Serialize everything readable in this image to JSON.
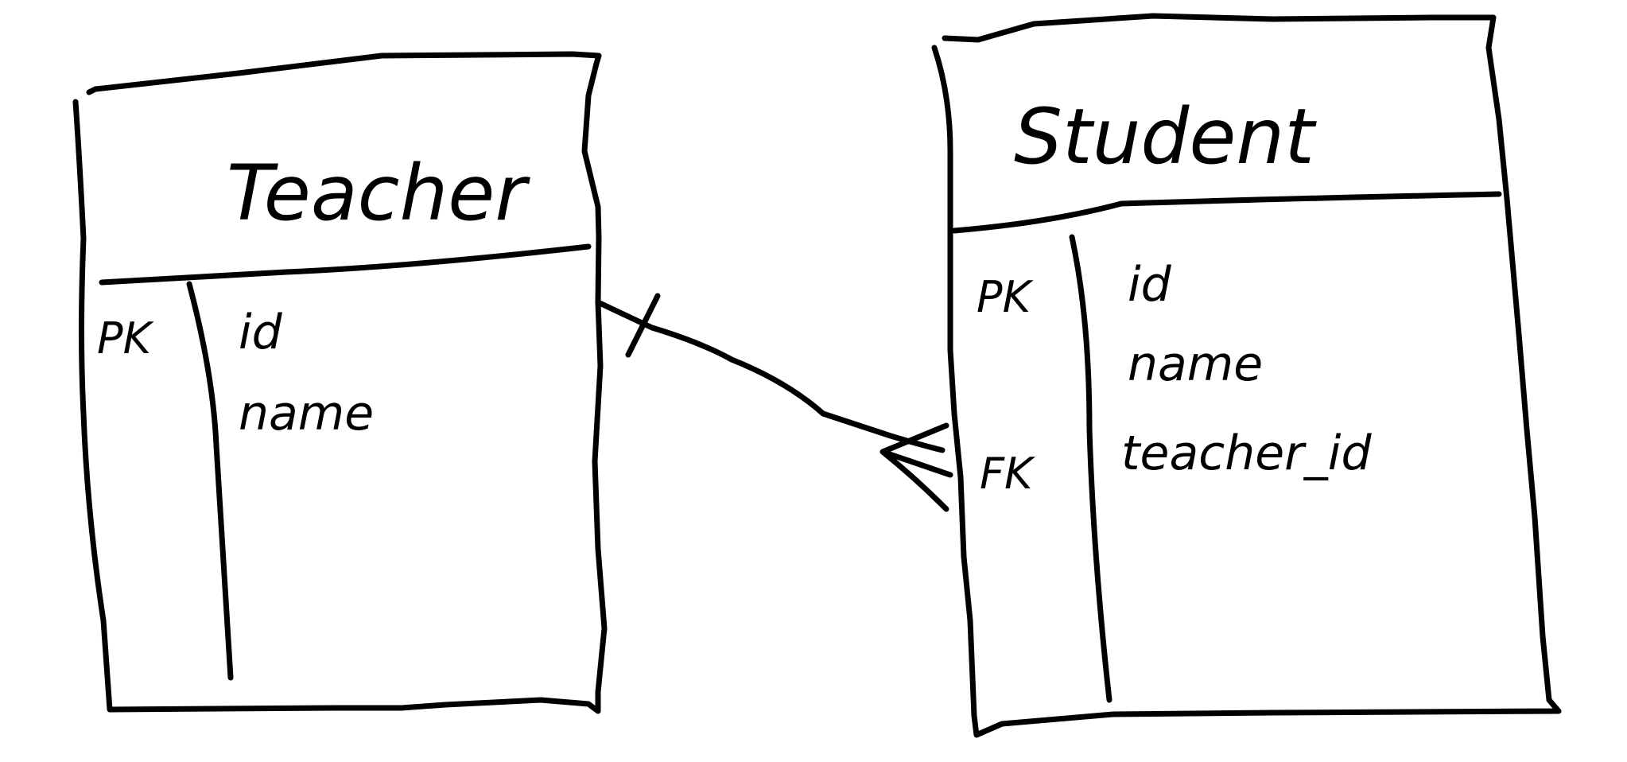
{
  "diagram": {
    "type": "entity-relationship",
    "entities": [
      {
        "id": "teacher",
        "title": "Teacher",
        "keys": [
          "PK"
        ],
        "fields": [
          "id",
          "name"
        ]
      },
      {
        "id": "student",
        "title": "Student",
        "keys": [
          "PK",
          "FK"
        ],
        "fields": [
          "id",
          "name",
          "teacher_id"
        ]
      }
    ],
    "relationship": {
      "from": "Teacher",
      "to": "Student",
      "from_cardinality": "one",
      "to_cardinality": "many"
    }
  }
}
